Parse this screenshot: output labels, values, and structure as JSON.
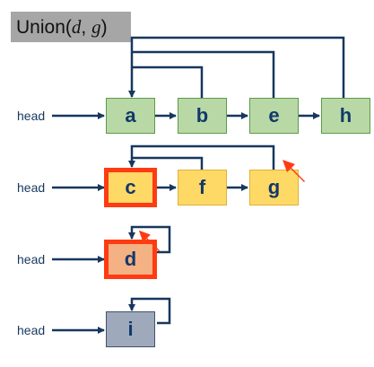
{
  "title": {
    "prefix": "Union",
    "open": "(",
    "arg1": "d",
    "comma": ",",
    "arg2": "g",
    "close": ")"
  },
  "head_label": "head",
  "lists": [
    {
      "nodes": [
        "a",
        "b",
        "e",
        "h"
      ]
    },
    {
      "nodes": [
        "c",
        "f",
        "g"
      ]
    },
    {
      "nodes": [
        "d"
      ]
    },
    {
      "nodes": [
        "i"
      ]
    }
  ],
  "colors": {
    "list1": "#b8d9a6",
    "list2": "#ffd966",
    "list3": "#f4b183",
    "list4": "#9eaabb",
    "highlight": "#ff3b13",
    "arrow": "#17375e",
    "title_bg": "#a6a6a6"
  },
  "markers": [
    "arrow-marker-on-g",
    "arrow-marker-on-d"
  ]
}
